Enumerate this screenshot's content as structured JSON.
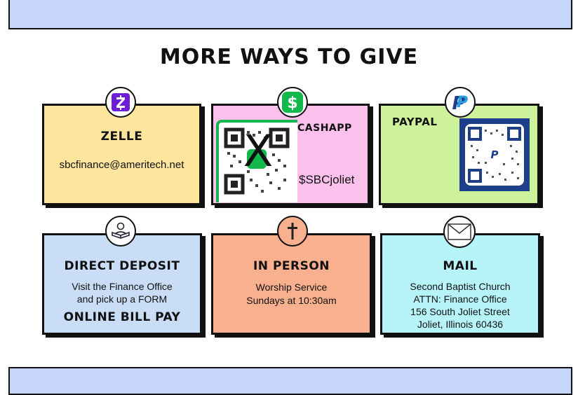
{
  "header_band": "",
  "title": "MORE WAYS TO GIVE",
  "cards": {
    "zelle": {
      "title": "ZELLE",
      "text": "sbcfinance@ameritech.net",
      "icon": "zelle-logo-icon"
    },
    "cashapp": {
      "title": "CASHAPP",
      "tag": "$SBCjoliet",
      "icon": "cashapp-logo-icon",
      "qr_mark": "X"
    },
    "paypal": {
      "title": "PAYPAL",
      "icon": "paypal-logo-icon"
    },
    "deposit": {
      "title": "DIRECT DEPOSIT",
      "line1": "Visit the Finance Office",
      "line2": "and pick up a FORM",
      "subtitle": "ONLINE BILL PAY",
      "icon": "person-reading-icon"
    },
    "inperson": {
      "title": "IN PERSON",
      "line1": "Worship Service",
      "line2": "Sundays at 10:30am",
      "icon": "cross-icon"
    },
    "mail": {
      "title": "MAIL",
      "line1": "Second Baptist Church",
      "line2": "ATTN:  Finance Office",
      "line3": "156 South Joliet Street",
      "line4": "Joliet, Illinois 60436",
      "icon": "envelope-icon"
    }
  },
  "colors": {
    "band": "#c6d5fa",
    "zelle": "#fde59d",
    "cashapp": "#fbc0ec",
    "paypal": "#cdf29b",
    "deposit": "#c9ddf6",
    "inperson": "#f8b08e",
    "mail": "#b7f4f9"
  }
}
